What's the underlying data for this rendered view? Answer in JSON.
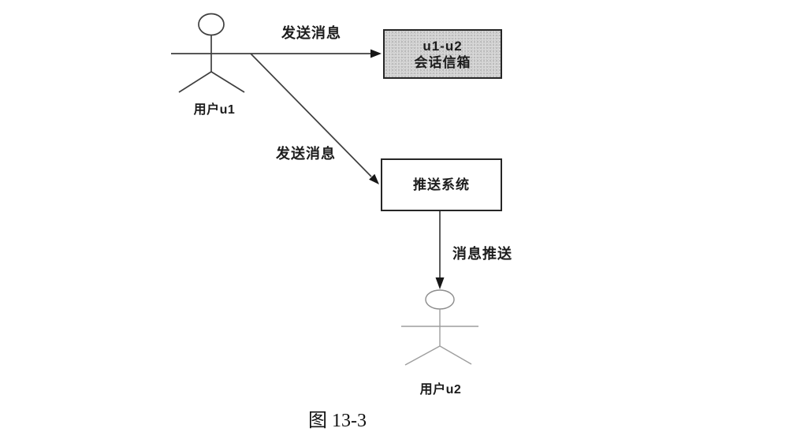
{
  "figure": {
    "caption": "图 13-3",
    "actors": {
      "u1": {
        "label": "用户u1"
      },
      "u2": {
        "label": "用户u2"
      }
    },
    "nodes": {
      "mailbox": {
        "line1": "u1-u2",
        "line2": "会话信箱"
      },
      "push_system": {
        "label": "推送系统"
      }
    },
    "edges": {
      "u1_to_mailbox": {
        "label": "发送消息"
      },
      "u1_to_push": {
        "label": "发送消息"
      },
      "push_to_u2": {
        "label": "消息推送"
      }
    },
    "colors": {
      "line": "#3f3f3f",
      "box_border": "#262626",
      "mailbox_fill": "#d9d9d9",
      "actor2_line": "#9e9e9e"
    }
  }
}
